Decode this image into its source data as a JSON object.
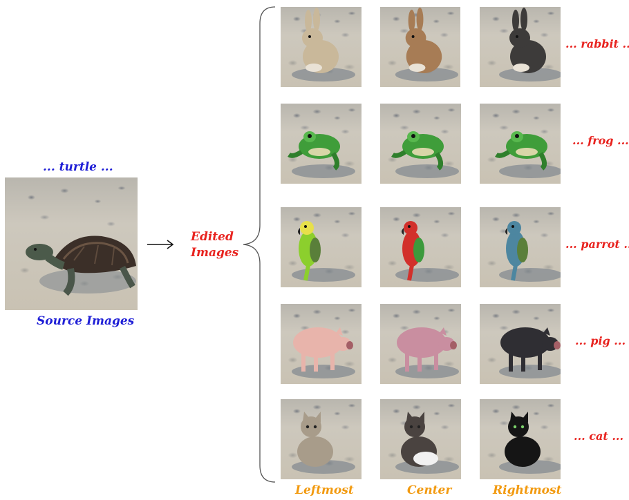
{
  "source": {
    "caption_top": "... turtle ...",
    "caption_bottom": "Source Images",
    "subject": "turtle"
  },
  "edited_label_line1": "Edited",
  "edited_label_line2": "Images",
  "rows": [
    {
      "label": "... rabbit ...",
      "animal": "rabbit"
    },
    {
      "label": "... frog ...",
      "animal": "frog"
    },
    {
      "label": "... parrot ...",
      "animal": "parrot"
    },
    {
      "label": "... pig ...",
      "animal": "pig"
    },
    {
      "label": "... cat ...",
      "animal": "cat"
    }
  ],
  "columns": [
    "Leftmost",
    "Center",
    "Rightmost"
  ],
  "colors": {
    "source_text": "#1f1fd6",
    "edited_text": "#e8231f",
    "column_text": "#f29a10"
  }
}
